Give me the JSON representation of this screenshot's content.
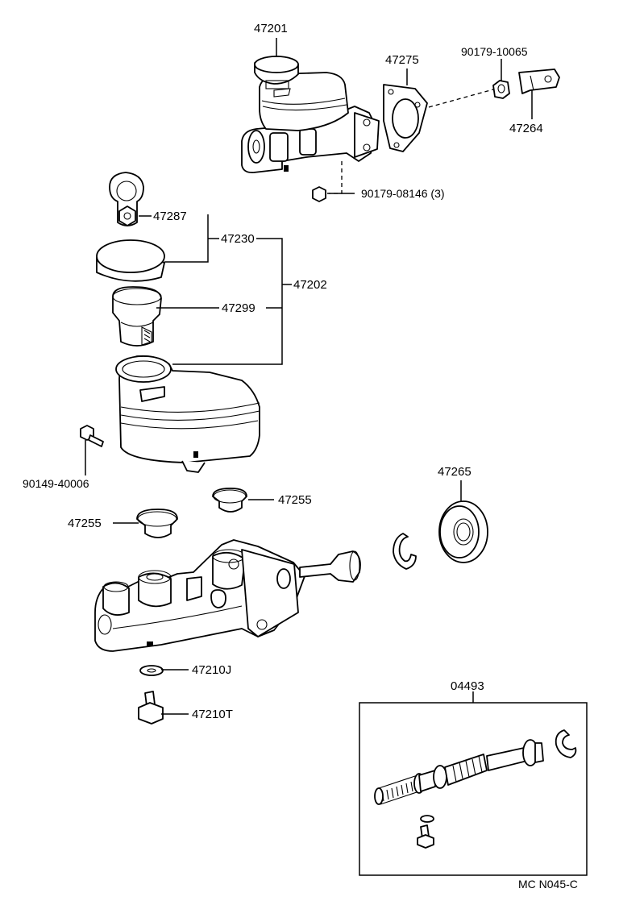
{
  "labels": {
    "p47201": "47201",
    "p47275": "47275",
    "p90179_10065": "90179-10065",
    "p47264": "47264",
    "p90179_08146": "90179-08146 (3)",
    "p47287": "47287",
    "p47230": "47230",
    "p47202": "47202",
    "p47299": "47299",
    "p90149_40006": "90149-40006",
    "p47265": "47265",
    "p47255_right": "47255",
    "p47255_left": "47255",
    "p47210J": "47210J",
    "p47210T": "47210T",
    "p04493": "04493",
    "code": "MC N045-C"
  }
}
